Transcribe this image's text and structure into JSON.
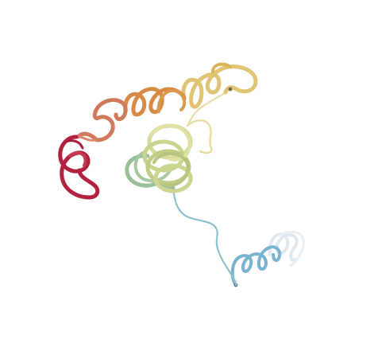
{
  "scene": {
    "kind": "protein-ribbon-trace",
    "background": "#ffffff",
    "segments": [
      {
        "name": "n-terminus-crimson-loop",
        "color": "#b2223f",
        "structure": "helix-loop"
      },
      {
        "name": "salmon-helix",
        "color": "#cf7a5c",
        "structure": "helix"
      },
      {
        "name": "orange-helix",
        "color": "#d68a44",
        "structure": "helix"
      },
      {
        "name": "gold-helix",
        "color": "#dcb75c",
        "structure": "helix"
      },
      {
        "name": "pale-yellow-linker",
        "color": "#e8dca0",
        "structure": "coil"
      },
      {
        "name": "yellow-green-coil-bundle",
        "color": "#c9d48e",
        "structure": "helix-bundle"
      },
      {
        "name": "sage-green-coil",
        "color": "#9bbf98",
        "structure": "helix"
      },
      {
        "name": "teal-linker",
        "color": "#8fc3cc",
        "structure": "coil"
      },
      {
        "name": "c-terminus-blue-helix",
        "color": "#7ab3cf",
        "structure": "helix"
      },
      {
        "name": "c-terminus-fade",
        "color": "#dde8ee",
        "structure": "helix"
      }
    ]
  }
}
